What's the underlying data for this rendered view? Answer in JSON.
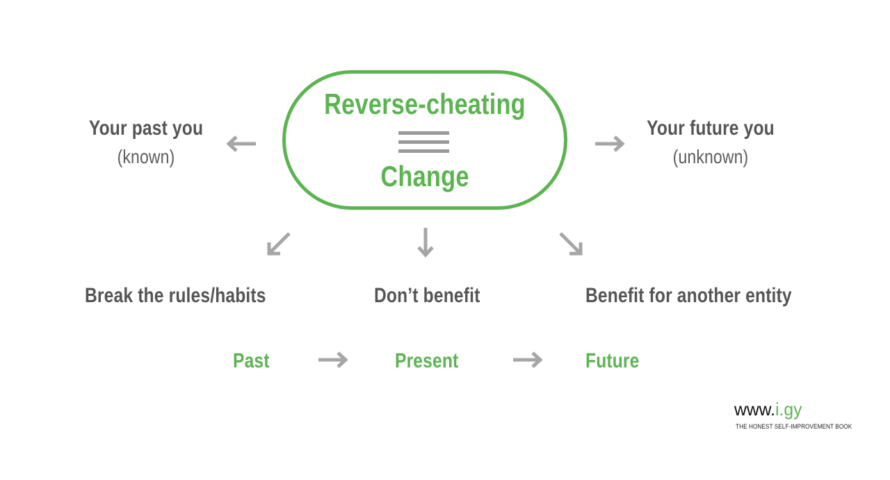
{
  "center": {
    "title": "Reverse-cheating",
    "subtitle": "Change"
  },
  "left": {
    "title": "Your past you",
    "subtitle": "(known)"
  },
  "right": {
    "title": "Your future you",
    "subtitle": "(unknown)"
  },
  "outcomes": [
    "Break the rules/habits",
    "Don’t benefit",
    "Benefit for another entity"
  ],
  "timeline": [
    "Past",
    "Present",
    "Future"
  ],
  "logo": {
    "prefix": "www.",
    "accent": "i.gy",
    "tagline": "THE HONEST SELF-IMPROVEMENT BOOK"
  },
  "colors": {
    "accent_green": "#5cb451",
    "text_gray": "#555555",
    "arrow_gray": "#a6a6a6"
  }
}
